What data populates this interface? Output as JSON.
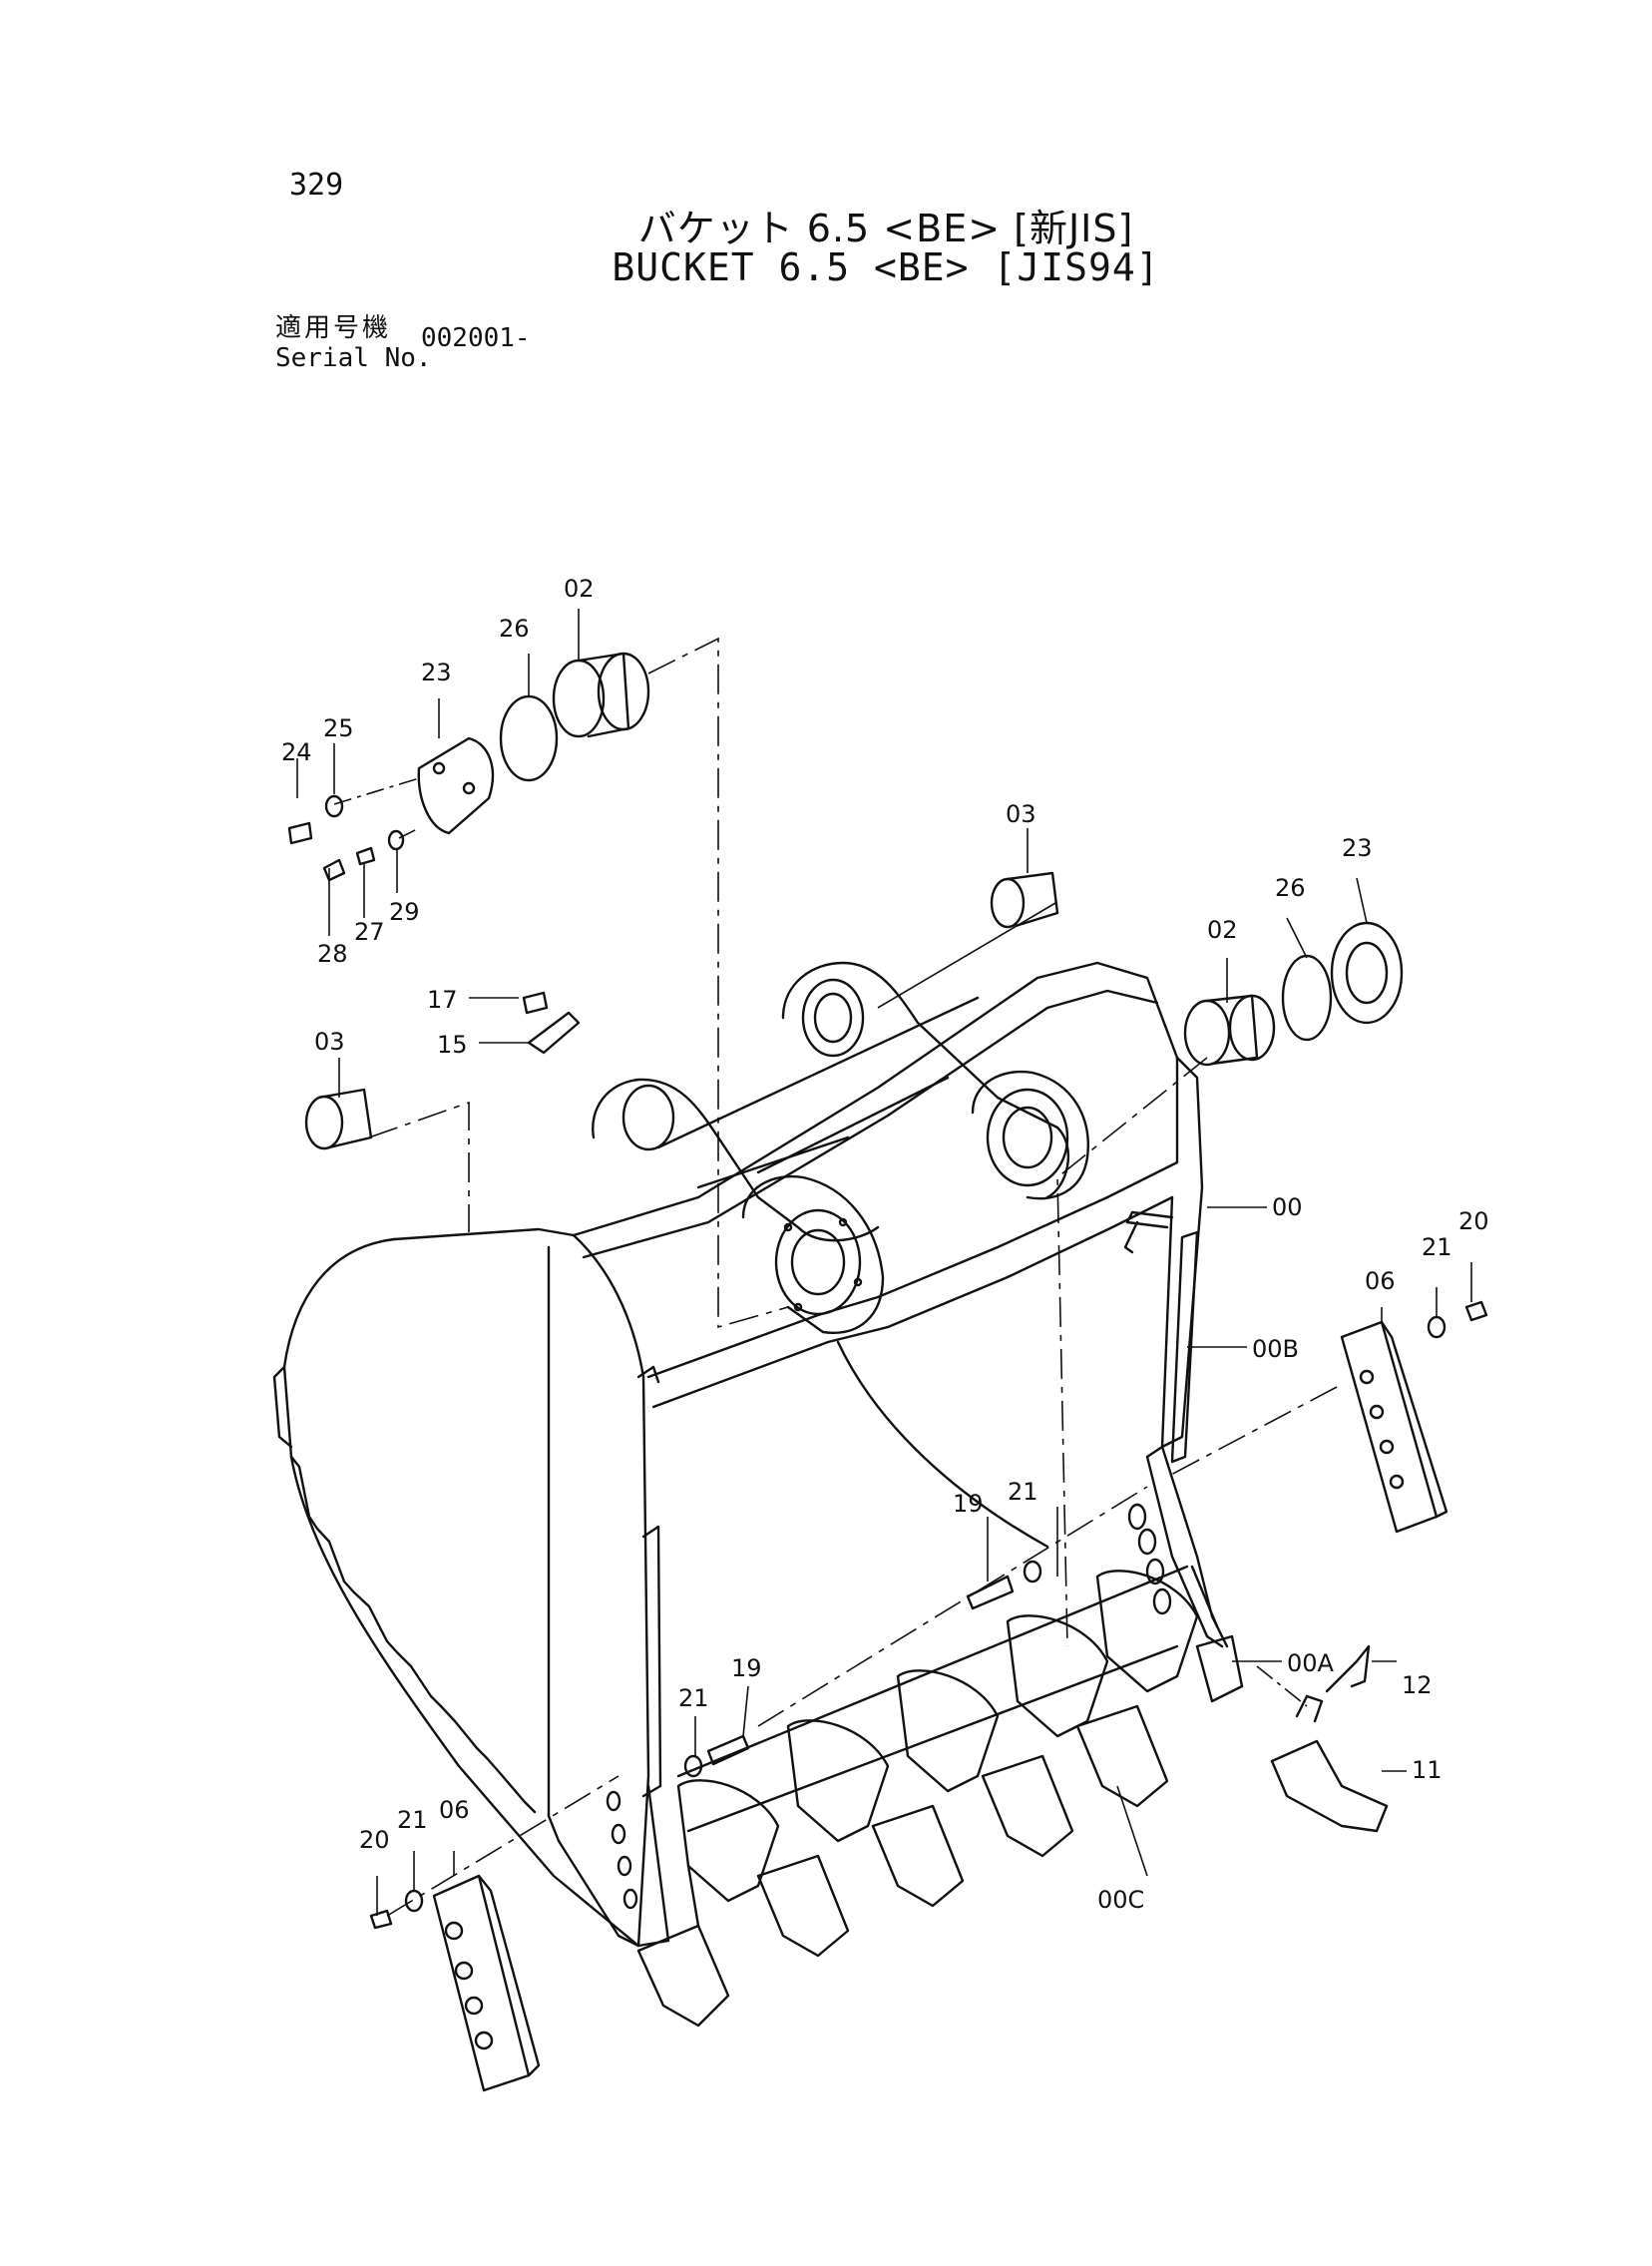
{
  "header": {
    "page_number": "329",
    "title_jp": "バケット 6.5 <BE> [新JIS]",
    "title_en": "BUCKET 6.5 <BE> [JIS94]",
    "serial_label_jp": "適用号機",
    "serial_label_en": "Serial No.",
    "serial_value": "002001-"
  },
  "callouts": {
    "c02a": "02",
    "c26a": "26",
    "c23a": "23",
    "c24": "24",
    "c25": "25",
    "c28": "28",
    "c27": "27",
    "c29": "29",
    "c03a": "03",
    "c03b": "03",
    "c17": "17",
    "c15": "15",
    "c23b": "23",
    "c26b": "26",
    "c02b": "02",
    "c00": "00",
    "c00B": "00B",
    "c06a": "06",
    "c21a": "21",
    "c20a": "20",
    "c21b": "21",
    "c19a": "19",
    "c00A": "00A",
    "c12": "12",
    "c11": "11",
    "c21c": "21",
    "c19b": "19",
    "c00C": "00C",
    "c20b": "20",
    "c21d": "21",
    "c06b": "06"
  }
}
